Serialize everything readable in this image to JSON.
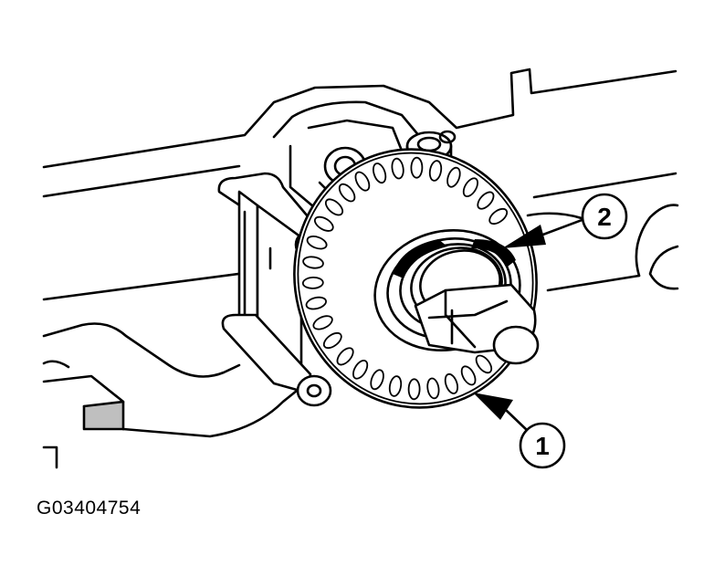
{
  "callouts": [
    {
      "id": "1",
      "label": "1"
    },
    {
      "id": "2",
      "label": "2"
    }
  ],
  "figure_id": "G03404754",
  "colors": {
    "ink": "#000000",
    "background": "#ffffff"
  }
}
